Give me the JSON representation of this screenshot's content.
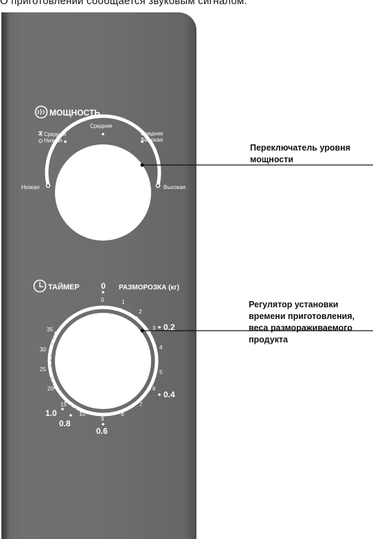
{
  "top_caption": "О приготовлении сообщается звуковым сигналом.",
  "power": {
    "title": "МОЩНОСТЬ",
    "icon": "power-waves-icon",
    "labels": {
      "low": "Низкая",
      "medium_low_1": "Средняя",
      "medium_low_2": "Низкая",
      "medium": "Средняя",
      "medium_high_1": "Средняя",
      "medium_high_2": "Высокая",
      "high": "Высокая"
    }
  },
  "timer": {
    "title": "ТАЙМЕР",
    "icon": "clock-icon",
    "defrost_title": "РАЗМОРОЗКА (кг)",
    "minute_labels": [
      "0",
      "1",
      "2",
      "3",
      "4",
      "5",
      "6",
      "7",
      "8",
      "9",
      "10",
      "15",
      "20",
      "25",
      "30",
      "35"
    ],
    "weight_labels": [
      "0",
      "0.2",
      "0.4",
      "0.6",
      "0.8",
      "1.0"
    ]
  },
  "callouts": {
    "power_line1": "Переключатель уровня",
    "power_line2": "мощности",
    "timer_line1": "Регулятор установки",
    "timer_line2": "времени приготовления,",
    "timer_line3": "веса размораживаемого",
    "timer_line4": "продукта"
  },
  "colors": {
    "panel": "#6d6d6f",
    "knob": "#ffffff",
    "text": "#111111"
  }
}
